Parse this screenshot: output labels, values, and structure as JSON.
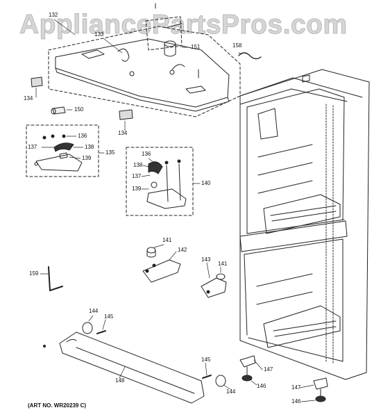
{
  "watermark": "AppliancePartsPros.com",
  "art_number": "(ART NO. WR20239 C)",
  "callouts": {
    "c132": "132",
    "c133": "133",
    "c151": "151",
    "c158": "158",
    "c134a": "134",
    "c134b": "134",
    "c150": "150",
    "c136a": "136",
    "c137a": "137",
    "c138a": "138",
    "c139a": "139",
    "c135": "135",
    "c136b": "136",
    "c138b": "138",
    "c137b": "137",
    "c139b": "139",
    "c140": "140",
    "c141a": "141",
    "c142": "142",
    "c143": "143",
    "c141b": "141",
    "c159": "159",
    "c144a": "144",
    "c145a": "145",
    "c148": "148",
    "c145b": "145",
    "c144b": "144",
    "c146a": "146",
    "c147a": "147",
    "c147b": "147",
    "c146b": "146"
  },
  "colors": {
    "line": "#222222",
    "watermark": "#d6d6d6",
    "background": "#ffffff"
  }
}
